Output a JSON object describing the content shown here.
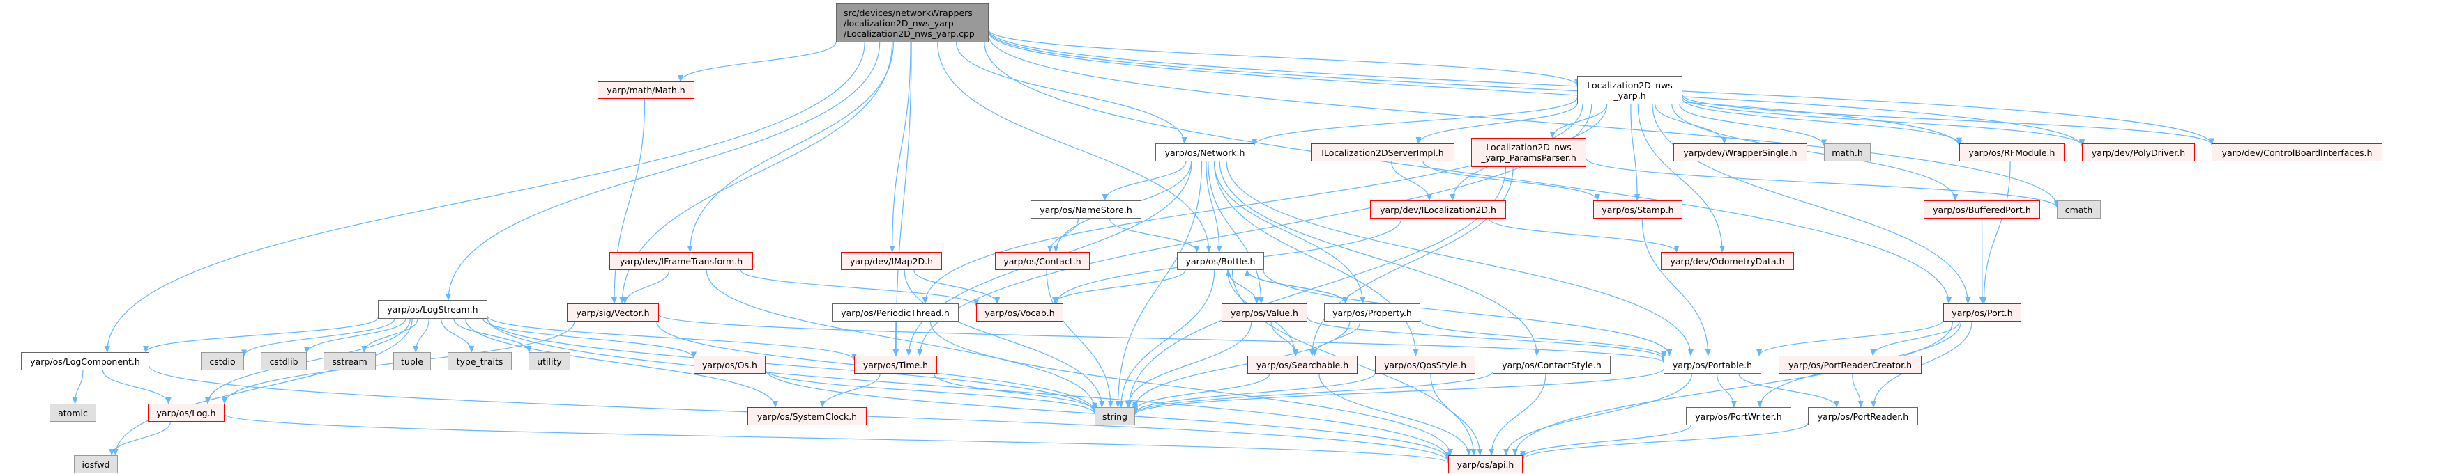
{
  "title": "src/devices/networkWrappers/localization2D_nws_yarp/Localization2D_nws_yarp.cpp",
  "colors": {
    "edge": "#63b8ff",
    "red_border": "#ff0000",
    "red_fill": "#fff0f0",
    "gray_fill": "#e0e0e0",
    "root_fill": "#999999"
  },
  "nodes": [
    {
      "id": "root",
      "label": "src/devices/networkWrappers\n/localization2D_nws_yarp\n/Localization2D_nws_yarp.cpp",
      "style": "root"
    },
    {
      "id": "loch",
      "label": "Localization2D_nws\n_yarp.h",
      "style": "white"
    },
    {
      "id": "math",
      "label": "yarp/math/Math.h",
      "style": "red"
    },
    {
      "id": "network",
      "label": "yarp/os/Network.h",
      "style": "white"
    },
    {
      "id": "iserver",
      "label": "ILocalization2DServerImpl.h",
      "style": "red"
    },
    {
      "id": "params",
      "label": "Localization2D_nws\n_yarp_ParamsParser.h",
      "style": "red"
    },
    {
      "id": "wrapper",
      "label": "yarp/dev/WrapperSingle.h",
      "style": "red"
    },
    {
      "id": "mathh",
      "label": "math.h",
      "style": "gray"
    },
    {
      "id": "rfmodule",
      "label": "yarp/os/RFModule.h",
      "style": "red"
    },
    {
      "id": "polydriver",
      "label": "yarp/dev/PolyDriver.h",
      "style": "red"
    },
    {
      "id": "cbi",
      "label": "yarp/dev/ControlBoardInterfaces.h",
      "style": "red"
    },
    {
      "id": "namestore",
      "label": "yarp/os/NameStore.h",
      "style": "white"
    },
    {
      "id": "iloc",
      "label": "yarp/dev/ILocalization2D.h",
      "style": "red"
    },
    {
      "id": "stamp",
      "label": "yarp/os/Stamp.h",
      "style": "red"
    },
    {
      "id": "buffered",
      "label": "yarp/os/BufferedPort.h",
      "style": "red"
    },
    {
      "id": "cmath",
      "label": "cmath",
      "style": "gray"
    },
    {
      "id": "iframe",
      "label": "yarp/dev/IFrameTransform.h",
      "style": "red"
    },
    {
      "id": "imap",
      "label": "yarp/dev/IMap2D.h",
      "style": "red"
    },
    {
      "id": "contact",
      "label": "yarp/os/Contact.h",
      "style": "red"
    },
    {
      "id": "bottle",
      "label": "yarp/os/Bottle.h",
      "style": "white"
    },
    {
      "id": "odometry",
      "label": "yarp/dev/OdometryData.h",
      "style": "red"
    },
    {
      "id": "logstream",
      "label": "yarp/os/LogStream.h",
      "style": "white"
    },
    {
      "id": "vector",
      "label": "yarp/sig/Vector.h",
      "style": "red"
    },
    {
      "id": "periodic",
      "label": "yarp/os/PeriodicThread.h",
      "style": "white"
    },
    {
      "id": "vocab",
      "label": "yarp/os/Vocab.h",
      "style": "red"
    },
    {
      "id": "value",
      "label": "yarp/os/Value.h",
      "style": "red"
    },
    {
      "id": "property",
      "label": "yarp/os/Property.h",
      "style": "white"
    },
    {
      "id": "port",
      "label": "yarp/os/Port.h",
      "style": "red"
    },
    {
      "id": "logcomponent",
      "label": "yarp/os/LogComponent.h",
      "style": "white"
    },
    {
      "id": "cstdio",
      "label": "cstdio",
      "style": "gray"
    },
    {
      "id": "cstdlib",
      "label": "cstdlib",
      "style": "gray"
    },
    {
      "id": "sstream",
      "label": "sstream",
      "style": "gray"
    },
    {
      "id": "tuple",
      "label": "tuple",
      "style": "gray"
    },
    {
      "id": "type_traits",
      "label": "type_traits",
      "style": "gray"
    },
    {
      "id": "utility",
      "label": "utility",
      "style": "gray"
    },
    {
      "id": "os",
      "label": "yarp/os/Os.h",
      "style": "red"
    },
    {
      "id": "time",
      "label": "yarp/os/Time.h",
      "style": "red"
    },
    {
      "id": "searchable",
      "label": "yarp/os/Searchable.h",
      "style": "red"
    },
    {
      "id": "qos",
      "label": "yarp/os/QosStyle.h",
      "style": "red"
    },
    {
      "id": "contactstyle",
      "label": "yarp/os/ContactStyle.h",
      "style": "white"
    },
    {
      "id": "portable",
      "label": "yarp/os/Portable.h",
      "style": "white"
    },
    {
      "id": "prc",
      "label": "yarp/os/PortReaderCreator.h",
      "style": "red"
    },
    {
      "id": "atomic",
      "label": "atomic",
      "style": "gray"
    },
    {
      "id": "log",
      "label": "yarp/os/Log.h",
      "style": "red"
    },
    {
      "id": "systemclock",
      "label": "yarp/os/SystemClock.h",
      "style": "red"
    },
    {
      "id": "string",
      "label": "string",
      "style": "gray"
    },
    {
      "id": "portwriter",
      "label": "yarp/os/PortWriter.h",
      "style": "white"
    },
    {
      "id": "portreader",
      "label": "yarp/os/PortReader.h",
      "style": "white"
    },
    {
      "id": "iosfwd",
      "label": "iosfwd",
      "style": "gray"
    },
    {
      "id": "api",
      "label": "yarp/os/api.h",
      "style": "red"
    }
  ],
  "edges": [
    [
      "root",
      "logcomponent"
    ],
    [
      "root",
      "logstream"
    ],
    [
      "root",
      "time"
    ],
    [
      "root",
      "vector"
    ],
    [
      "root",
      "math"
    ],
    [
      "root",
      "iframe"
    ],
    [
      "root",
      "imap"
    ],
    [
      "root",
      "bottle"
    ],
    [
      "root",
      "network"
    ],
    [
      "root",
      "loch"
    ],
    [
      "root",
      "rfmodule"
    ],
    [
      "root",
      "polydriver"
    ],
    [
      "root",
      "cbi"
    ],
    [
      "root",
      "cmath"
    ],
    [
      "root",
      "port"
    ],
    [
      "loch",
      "network"
    ],
    [
      "loch",
      "iserver"
    ],
    [
      "loch",
      "params"
    ],
    [
      "loch",
      "stamp"
    ],
    [
      "loch",
      "odometry"
    ],
    [
      "loch",
      "wrapper"
    ],
    [
      "loch",
      "mathh"
    ],
    [
      "loch",
      "rfmodule"
    ],
    [
      "loch",
      "polydriver"
    ],
    [
      "loch",
      "cbi"
    ],
    [
      "loch",
      "buffered"
    ],
    [
      "loch",
      "port"
    ],
    [
      "loch",
      "iloc"
    ],
    [
      "loch",
      "time"
    ],
    [
      "loch",
      "periodic"
    ],
    [
      "network",
      "namestore"
    ],
    [
      "network",
      "contact"
    ],
    [
      "network",
      "time"
    ],
    [
      "network",
      "bottle"
    ],
    [
      "network",
      "value"
    ],
    [
      "network",
      "property"
    ],
    [
      "network",
      "qos"
    ],
    [
      "network",
      "contactstyle"
    ],
    [
      "network",
      "portable"
    ],
    [
      "network",
      "string"
    ],
    [
      "namestore",
      "contact"
    ],
    [
      "namestore",
      "bottle"
    ],
    [
      "contact",
      "string"
    ],
    [
      "bottle",
      "vocab"
    ],
    [
      "bottle",
      "value"
    ],
    [
      "bottle",
      "property"
    ],
    [
      "bottle",
      "searchable"
    ],
    [
      "bottle",
      "portable"
    ],
    [
      "bottle",
      "string"
    ],
    [
      "bottle",
      "api"
    ],
    [
      "value",
      "bottle"
    ],
    [
      "value",
      "searchable"
    ],
    [
      "value",
      "string"
    ],
    [
      "value",
      "portable"
    ],
    [
      "property",
      "bottle"
    ],
    [
      "property",
      "searchable"
    ],
    [
      "property",
      "string"
    ],
    [
      "property",
      "portable"
    ],
    [
      "searchable",
      "string"
    ],
    [
      "searchable",
      "api"
    ],
    [
      "qos",
      "string"
    ],
    [
      "qos",
      "api"
    ],
    [
      "contactstyle",
      "string"
    ],
    [
      "contactstyle",
      "api"
    ],
    [
      "portable",
      "portwriter"
    ],
    [
      "portable",
      "portreader"
    ],
    [
      "portable",
      "api"
    ],
    [
      "portable",
      "string"
    ],
    [
      "portwriter",
      "api"
    ],
    [
      "portreader",
      "api"
    ],
    [
      "prc",
      "portreader"
    ],
    [
      "port",
      "portable"
    ],
    [
      "port",
      "prc"
    ],
    [
      "port",
      "portwriter"
    ],
    [
      "port",
      "portreader"
    ],
    [
      "port",
      "api"
    ],
    [
      "buffered",
      "port"
    ],
    [
      "rfmodule",
      "port"
    ],
    [
      "stamp",
      "portable"
    ],
    [
      "iserver",
      "iloc"
    ],
    [
      "iserver",
      "stamp"
    ],
    [
      "params",
      "searchable"
    ],
    [
      "params",
      "string"
    ],
    [
      "params",
      "cmath"
    ],
    [
      "iloc",
      "vocab"
    ],
    [
      "iloc",
      "odometry"
    ],
    [
      "iframe",
      "vector"
    ],
    [
      "iframe",
      "vocab"
    ],
    [
      "iframe",
      "string"
    ],
    [
      "imap",
      "vocab"
    ],
    [
      "imap",
      "string"
    ],
    [
      "vector",
      "log"
    ],
    [
      "vector",
      "portable"
    ],
    [
      "vector",
      "string"
    ],
    [
      "math",
      "vector"
    ],
    [
      "time",
      "systemclock"
    ],
    [
      "time",
      "string"
    ],
    [
      "os",
      "string"
    ],
    [
      "os",
      "api"
    ],
    [
      "periodic",
      "time"
    ],
    [
      "periodic",
      "api"
    ],
    [
      "logstream",
      "logcomponent"
    ],
    [
      "logstream",
      "log"
    ],
    [
      "logstream",
      "iosfwd"
    ],
    [
      "logstream",
      "cstdio"
    ],
    [
      "logstream",
      "cstdlib"
    ],
    [
      "logstream",
      "sstream"
    ],
    [
      "logstream",
      "tuple"
    ],
    [
      "logstream",
      "type_traits"
    ],
    [
      "logstream",
      "utility"
    ],
    [
      "logstream",
      "os"
    ],
    [
      "logstream",
      "systemclock"
    ],
    [
      "logstream",
      "time"
    ],
    [
      "logstream",
      "string"
    ],
    [
      "logstream",
      "api"
    ],
    [
      "logcomponent",
      "atomic"
    ],
    [
      "logcomponent",
      "log"
    ],
    [
      "logcomponent",
      "api"
    ],
    [
      "log",
      "iosfwd"
    ],
    [
      "log",
      "api"
    ]
  ]
}
